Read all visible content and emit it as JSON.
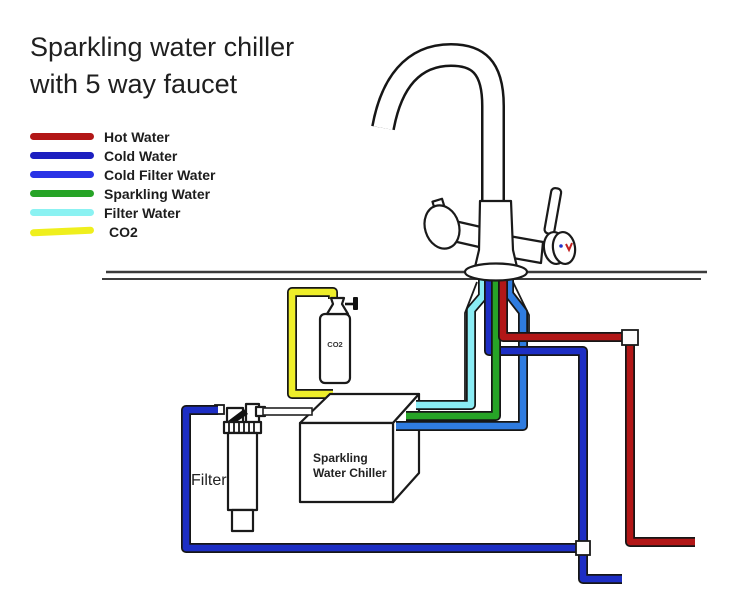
{
  "title": {
    "line1": "Sparkling water chiller",
    "line2": "with 5 way faucet"
  },
  "legend": {
    "items": [
      {
        "label": "Hot Water",
        "color": "#b21717"
      },
      {
        "label": "Cold Water",
        "color": "#1c1fc0"
      },
      {
        "label": "Cold Filter Water",
        "color": "#2a34e6"
      },
      {
        "label": "Sparkling Water",
        "color": "#27a427"
      },
      {
        "label": "Filter Water",
        "color": "#8bf2f2"
      },
      {
        "label": "CO2",
        "color": "#efef1d"
      }
    ]
  },
  "pipes": {
    "hot_water": "#b21717",
    "cold_water": "#1d2ec4",
    "cold_filter_water": "#2f7ce0",
    "sparkling_water": "#27a427",
    "filter_water": "#8aecf4",
    "co2": "#eeee2a"
  },
  "labels": {
    "filter": "Filter",
    "chiller_line1": "Sparkling",
    "chiller_line2": "Water Chiller",
    "co2_bottle": "CO2"
  }
}
